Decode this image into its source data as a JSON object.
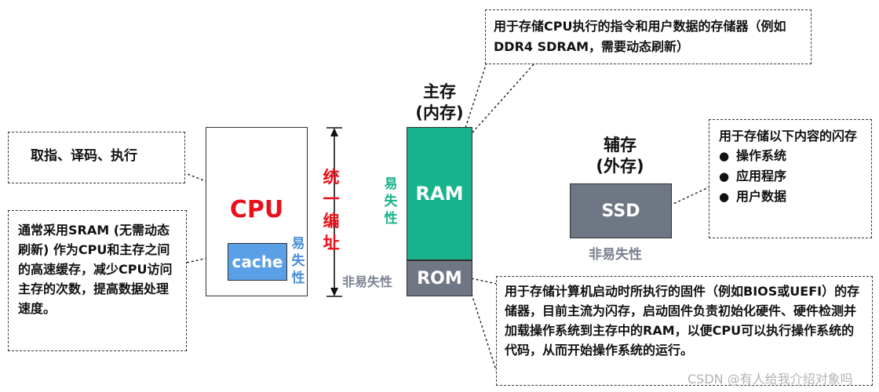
{
  "colors": {
    "red": "#e8101a",
    "ram": "#17b38c",
    "cache": "#5aa0e6",
    "rom": "#6f7684",
    "ssd": "#6f7684",
    "teal_text": "#17b38c",
    "blue_text": "#4a8fd6",
    "gray_text": "#7b8190"
  },
  "cpu": {
    "title": "CPU",
    "cache_label": "cache",
    "cache_volatile": "易\n失\n性"
  },
  "main_memory": {
    "title": "主存\n(内存)",
    "ram_label": "RAM",
    "rom_label": "ROM",
    "ram_volatile": "易\n失\n性",
    "rom_nonvolatile": "非易失性"
  },
  "unified_address": "统\n一\n编\n址",
  "secondary": {
    "title": "辅存\n(外存)",
    "ssd_label": "SSD",
    "nonvolatile": "非易失性"
  },
  "notes": {
    "cpu_note": "取指、译码、执行",
    "cache_note": "通常采用SRAM (无需动态刷新) 作为CPU和主存之间的高速缓存，减少CPU访问主存的次数，提高数据处理速度。",
    "ram_note": "用于存储CPU执行的指令和用户数据的存储器（例如DDR4 SDRAM，需要动态刷新）",
    "ssd_note_title": "用于存储以下内容的闪存",
    "ssd_items": [
      "操作系统",
      "应用程序",
      "用户数据"
    ],
    "rom_note": "用于存储计算机启动时所执行的固件（例如BIOS或UEFI）的存储器，目前主流为闪存，启动固件负责初始化硬件、硬件检测并加载操作系统到主存中的RAM，以便CPU可以执行操作系统的代码，从而开始操作系统的运行。"
  },
  "watermark": "CSDN @有人给我介绍对象吗"
}
